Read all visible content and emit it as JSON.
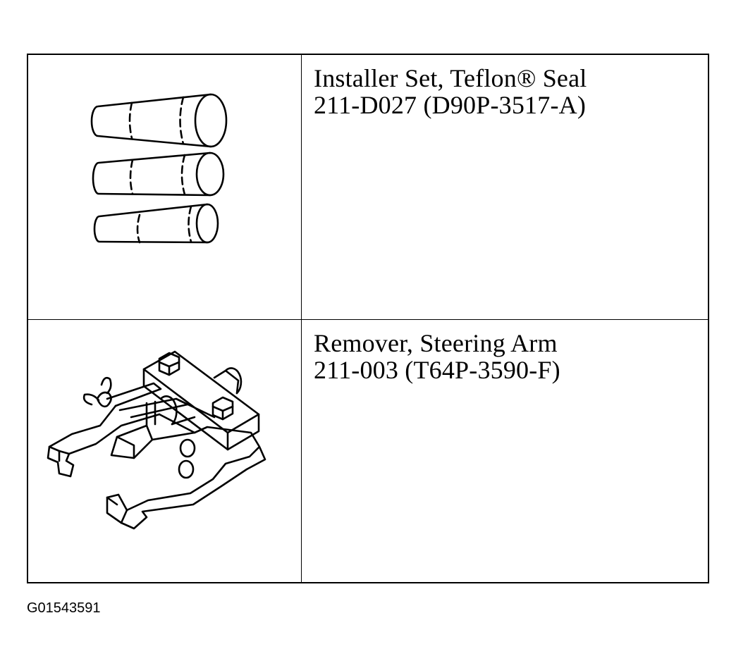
{
  "tools": [
    {
      "name": "Installer Set, Teflon® Seal",
      "number": "211-D027 (D90P-3517-A)",
      "illustration": "seal-installer-set-icon"
    },
    {
      "name": "Remover, Steering Arm",
      "number": "211-003 (T64P-3590-F)",
      "illustration": "steering-arm-remover-icon"
    }
  ],
  "figure_id": "G01543591"
}
